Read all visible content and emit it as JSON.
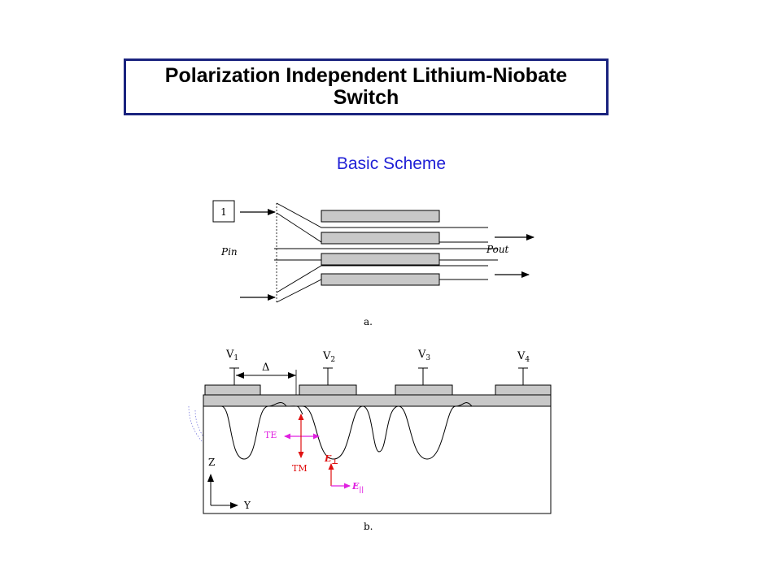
{
  "title": {
    "line1": "Polarization Independent Lithium-Niobate",
    "line2": "Switch"
  },
  "subtitle": "Basic Scheme",
  "diagram_a": {
    "box_label": "1",
    "pin_label": "Pin",
    "pout_label": "Pout",
    "caption": "a."
  },
  "diagram_b": {
    "voltages": [
      "V",
      "V",
      "V",
      "V"
    ],
    "voltage_subscripts": [
      "1",
      "2",
      "3",
      "4"
    ],
    "delta_label": "Δ",
    "te_label": "TE",
    "tm_label": "TM",
    "e_perp": "E",
    "e_perp_sub": "⊥",
    "e_par": "E",
    "e_par_sub": "||",
    "z_label": "Z",
    "y_label": "Y",
    "caption": "b."
  },
  "colors": {
    "title_border": "#1a237e",
    "subtitle": "#1f1fd6",
    "electrode_fill": "#c8c8c8",
    "field_lines": "#6a6ad8",
    "te": "#e020e0",
    "tm": "#e01010"
  }
}
